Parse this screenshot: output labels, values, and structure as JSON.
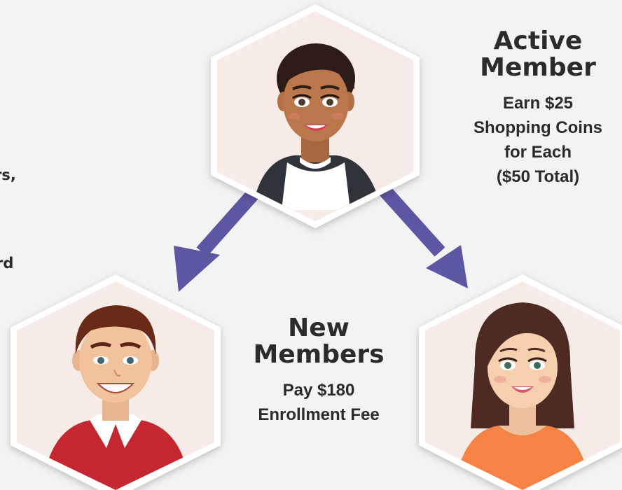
{
  "left_clip": {
    "line1": "rs,",
    "line2": "rd"
  },
  "active_member": {
    "title_line1": "Active",
    "title_line2": "Member",
    "body": [
      "Earn $25",
      "Shopping Coins",
      "for Each",
      "($50 Total)"
    ]
  },
  "new_members": {
    "title_line1": "New",
    "title_line2": "Members",
    "body": [
      "Pay $180",
      "Enrollment Fee"
    ]
  },
  "colors": {
    "arrow": "#5b57a3",
    "hex_fill": "#f6ebe6",
    "hex_border": "#ffffff",
    "background": "#f2f3f3"
  }
}
